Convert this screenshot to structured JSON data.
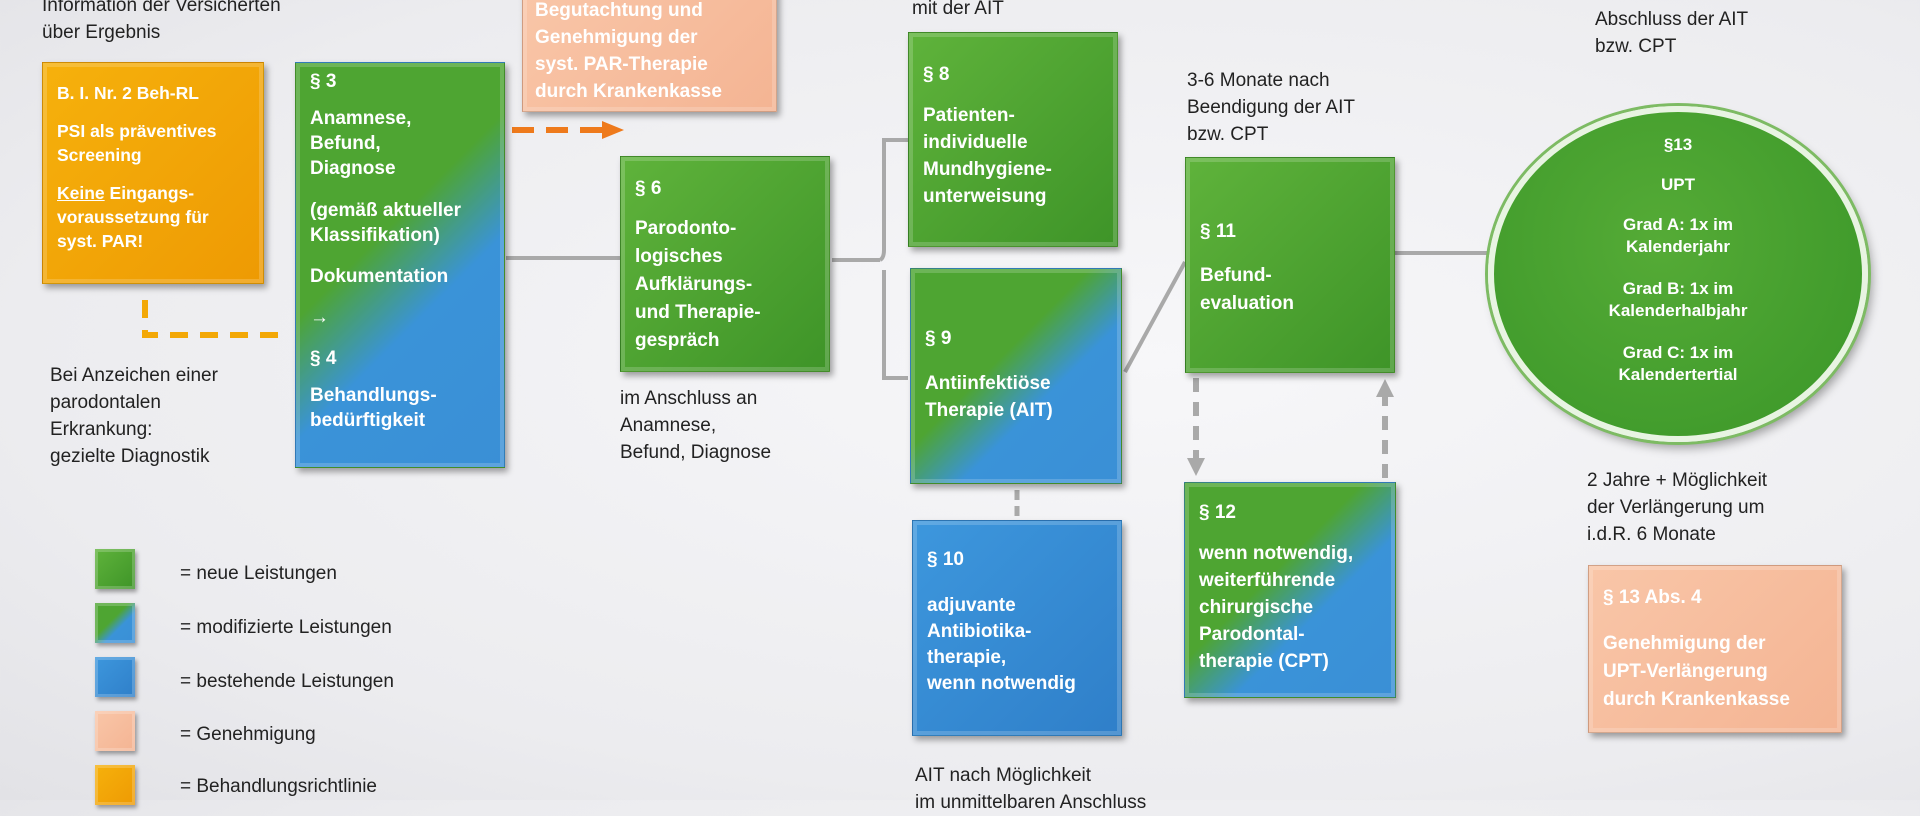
{
  "notes": {
    "top_left": "Information der Versicherten\nüber Ergebnis",
    "left_mid": "Bei Anzeichen einer\nparodontalen\nErkrankung:\ngezielte Diagnostik",
    "p6_after": "im Anschluss an\nAnamnese,\nBefund, Diagnose",
    "p8_top": "mit der AIT",
    "p11_top": "3-6 Monate nach\nBeendigung der AIT\nbzw. CPT",
    "p13_top": "Abschluss der AIT\nbzw. CPT",
    "p13_bottom": "2 Jahre + Möglichkeit\nder Verlängerung um\ni.d.R. 6 Monate",
    "p10_bottom": "AIT nach Möglichkeit\nim unmittelbaren Anschluss"
  },
  "boxes": {
    "psi": {
      "title": "B. I. Nr. 2 Beh-RL",
      "line1": "PSI als präventives\nScreening",
      "keine": "Keine",
      "line2": " Eingangs-\nvoraussetzung für\nsyst. PAR!"
    },
    "p3": {
      "head": "§ 3",
      "body1": "Anamnese,\nBefund,\nDiagnose",
      "body2": "(gemäß aktueller\nKlassifikation)",
      "body3": "Dokumentation",
      "arrow": "→",
      "head2": "§ 4",
      "body4": "Behandlungs-\nbedürftigkeit"
    },
    "approval_top": {
      "text": "Begutachtung und\nGenehmigung der\nsyst. PAR-Therapie\ndurch Krankenkasse"
    },
    "p6": {
      "head": "§ 6",
      "body": "Parodonto-\nlogisches\nAufklärungs-\nund Therapie-\ngespräch"
    },
    "p8": {
      "head": "§ 8",
      "body": "Patienten-\nindividuelle\nMundhygiene-\nunterweisung"
    },
    "p9": {
      "head": "§ 9",
      "body": "Antiinfektiöse\nTherapie (AIT)"
    },
    "p10": {
      "head": "§ 10",
      "body": "adjuvante\nAntibiotika-\ntherapie,\nwenn notwendig"
    },
    "p11": {
      "head": "§ 11",
      "body": "Befund-\nevaluation"
    },
    "p12": {
      "head": "§ 12",
      "body": "wenn notwendig,\nweiterführende\nchirurgische\nParodontal-\ntherapie (CPT)"
    },
    "p13": {
      "head": "§13",
      "sub": "UPT",
      "a": "Grad A: 1x im\nKalenderjahr",
      "b": "Grad B: 1x im\nKalenderhalbjahr",
      "c": "Grad C: 1x im\nKalendertertial"
    },
    "p13abs4": {
      "head": "§ 13 Abs. 4",
      "body": "Genehmigung der\nUPT-Verlängerung\ndurch Krankenkasse"
    }
  },
  "legend": [
    {
      "label": "= neue Leistungen"
    },
    {
      "label": "= modifizierte Leistungen"
    },
    {
      "label": "= bestehende Leistungen"
    },
    {
      "label": "= Genehmigung"
    },
    {
      "label": "= Behandlungsrichtlinie"
    }
  ],
  "colors": {
    "new": "#4ea532",
    "existing": "#3a8fd6",
    "approval": "#f7bfa0",
    "guideline": "#f3a806",
    "arrow": "#ee7a1c"
  }
}
